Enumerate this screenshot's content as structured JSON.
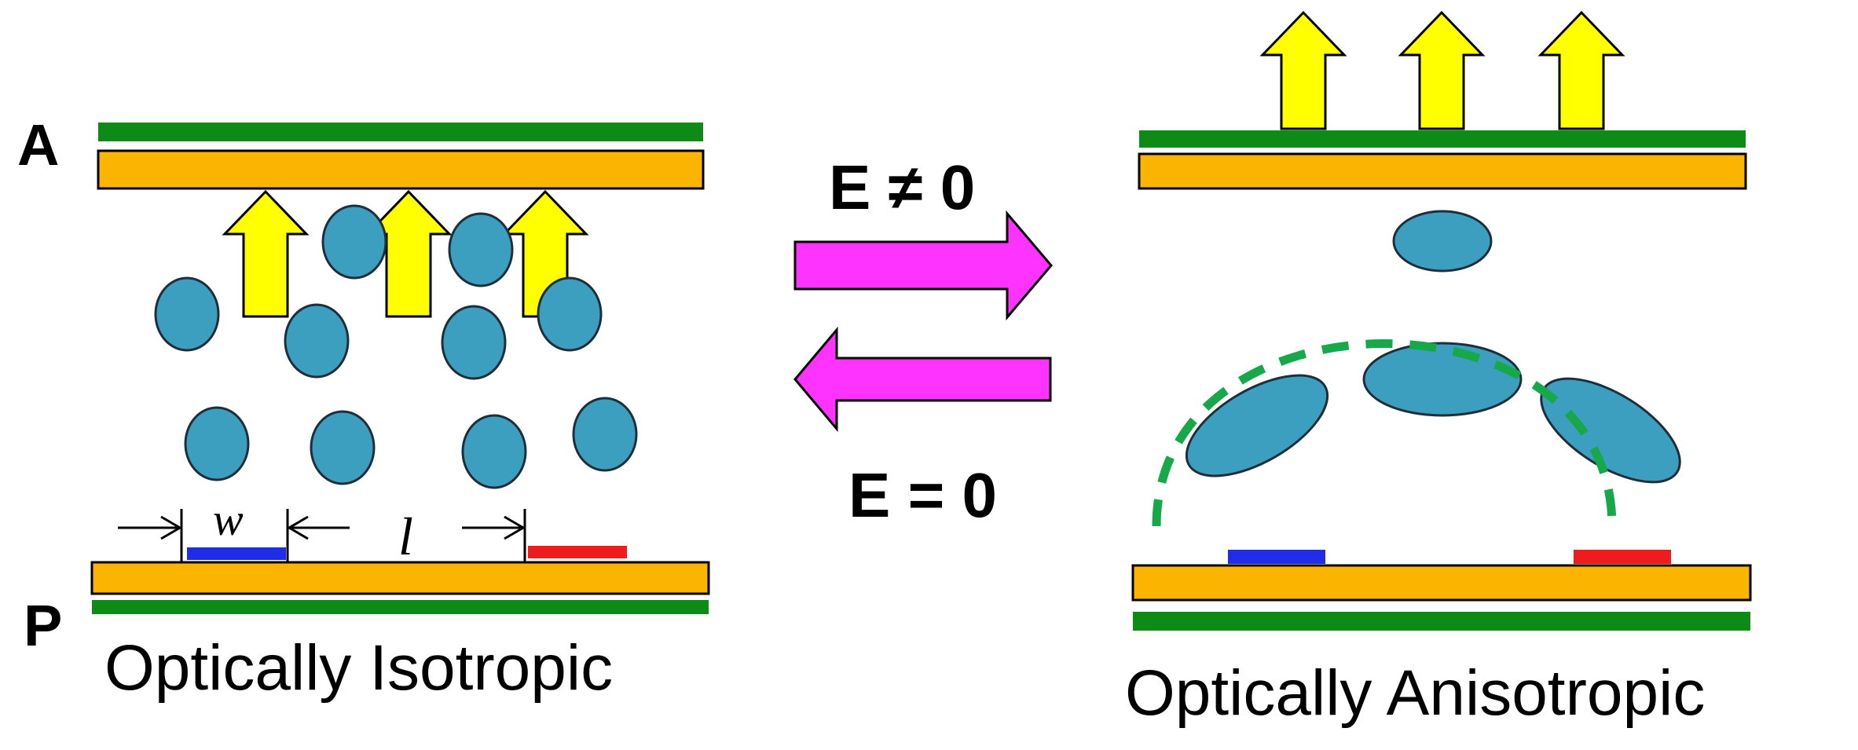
{
  "labels": {
    "analyzer": "A",
    "polarizer": "P",
    "field_on": "E ≠ 0",
    "field_off": "E = 0",
    "width": "w",
    "gap": "l",
    "left_caption": "Optically Isotropic",
    "right_caption": "Optically Anisotropic"
  },
  "colors": {
    "polarizer_film": "#0e8a16",
    "substrate": "#fbb500",
    "substrate_border": "#000000",
    "molecule": "#3d9fbf",
    "molecule_border": "#1f2f3a",
    "light_arrow": "#ffff00",
    "field_arrow": "#ff33ff",
    "electrode_a": "#1f2ee6",
    "electrode_b": "#ee1c1c",
    "field_line": "#17a84a"
  }
}
